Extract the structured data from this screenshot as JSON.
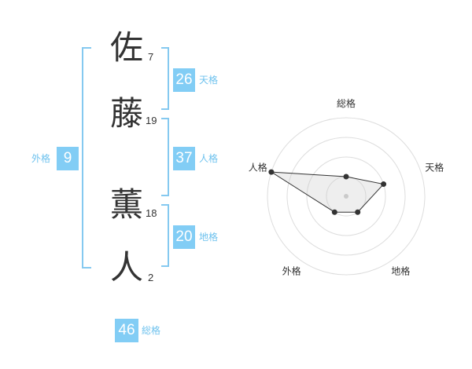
{
  "name_chars": [
    {
      "char": "佐",
      "strokes": "7"
    },
    {
      "char": "藤",
      "strokes": "19"
    },
    {
      "char": "薫",
      "strokes": "18"
    },
    {
      "char": "人",
      "strokes": "2"
    }
  ],
  "fortunes": {
    "tenkaku": {
      "value": "26",
      "label": "天格"
    },
    "jinkaku": {
      "value": "37",
      "label": "人格"
    },
    "chikaku": {
      "value": "20",
      "label": "地格"
    },
    "gaikaku": {
      "value": "9",
      "label": "外格"
    },
    "soukaku": {
      "value": "46",
      "label": "総格"
    }
  },
  "colors": {
    "box_bg": "#82cdf5",
    "box_text": "#ffffff",
    "label_text": "#6ec2ee",
    "bracket": "#85c9f0",
    "kanji_text": "#333333"
  },
  "radar": {
    "axes": [
      "総格",
      "天格",
      "地格",
      "外格",
      "人格"
    ],
    "levels": 4,
    "max": 4,
    "values": [
      1,
      2,
      1,
      1,
      4
    ]
  }
}
